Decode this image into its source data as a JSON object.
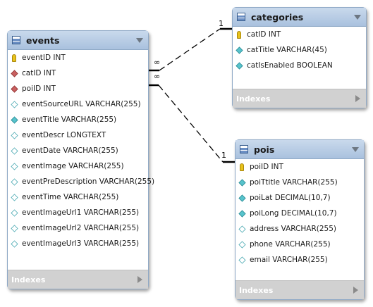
{
  "tables": {
    "events": {
      "title": "events",
      "columns": [
        {
          "text": "eventID INT",
          "icon": "primary-key-icon"
        },
        {
          "text": "catID INT",
          "icon": "foreign-key-icon"
        },
        {
          "text": "poiID INT",
          "icon": "foreign-key-icon"
        },
        {
          "text": "eventSourceURL VARCHAR(255)",
          "icon": "nullable-column-icon"
        },
        {
          "text": "eventTitle VARCHAR(255)",
          "icon": "not-null-column-icon"
        },
        {
          "text": "eventDescr LONGTEXT",
          "icon": "nullable-column-icon"
        },
        {
          "text": "eventDate VARCHAR(255)",
          "icon": "nullable-column-icon"
        },
        {
          "text": "eventImage VARCHAR(255)",
          "icon": "nullable-column-icon"
        },
        {
          "text": "eventPreDescription VARCHAR(255)",
          "icon": "nullable-column-icon"
        },
        {
          "text": "eventTime VARCHAR(255)",
          "icon": "nullable-column-icon"
        },
        {
          "text": "eventImageUrl1 VARCHAR(255)",
          "icon": "nullable-column-icon"
        },
        {
          "text": "eventImageUrl2 VARCHAR(255)",
          "icon": "nullable-column-icon"
        },
        {
          "text": "eventImageUrl3 VARCHAR(255)",
          "icon": "nullable-column-icon"
        }
      ],
      "footer": "Indexes"
    },
    "categories": {
      "title": "categories",
      "columns": [
        {
          "text": "catID INT",
          "icon": "primary-key-icon"
        },
        {
          "text": "catTitle VARCHAR(45)",
          "icon": "not-null-column-icon"
        },
        {
          "text": "catIsEnabled BOOLEAN",
          "icon": "not-null-column-icon"
        }
      ],
      "footer": "Indexes"
    },
    "pois": {
      "title": "pois",
      "columns": [
        {
          "text": "poiID INT",
          "icon": "primary-key-icon"
        },
        {
          "text": "poiTtitle VARCHAR(255)",
          "icon": "not-null-column-icon"
        },
        {
          "text": "poiLat DECIMAL(10,7)",
          "icon": "not-null-column-icon"
        },
        {
          "text": "poiLong DECIMAL(10,7)",
          "icon": "not-null-column-icon"
        },
        {
          "text": "address VARCHAR(255)",
          "icon": "nullable-column-icon"
        },
        {
          "text": "phone VARCHAR(255)",
          "icon": "nullable-column-icon"
        },
        {
          "text": "email VARCHAR(255)",
          "icon": "nullable-column-icon"
        }
      ],
      "footer": "Indexes"
    }
  },
  "relationships": [
    {
      "name": "events-categories",
      "from_cardinality": "∞",
      "to_cardinality": "1"
    },
    {
      "name": "events-pois",
      "from_cardinality": "∞",
      "to_cardinality": "1"
    }
  ],
  "colors": {
    "header": "#b8cde6",
    "footer": "#d1d1d1",
    "border": "#8fa9c6"
  }
}
